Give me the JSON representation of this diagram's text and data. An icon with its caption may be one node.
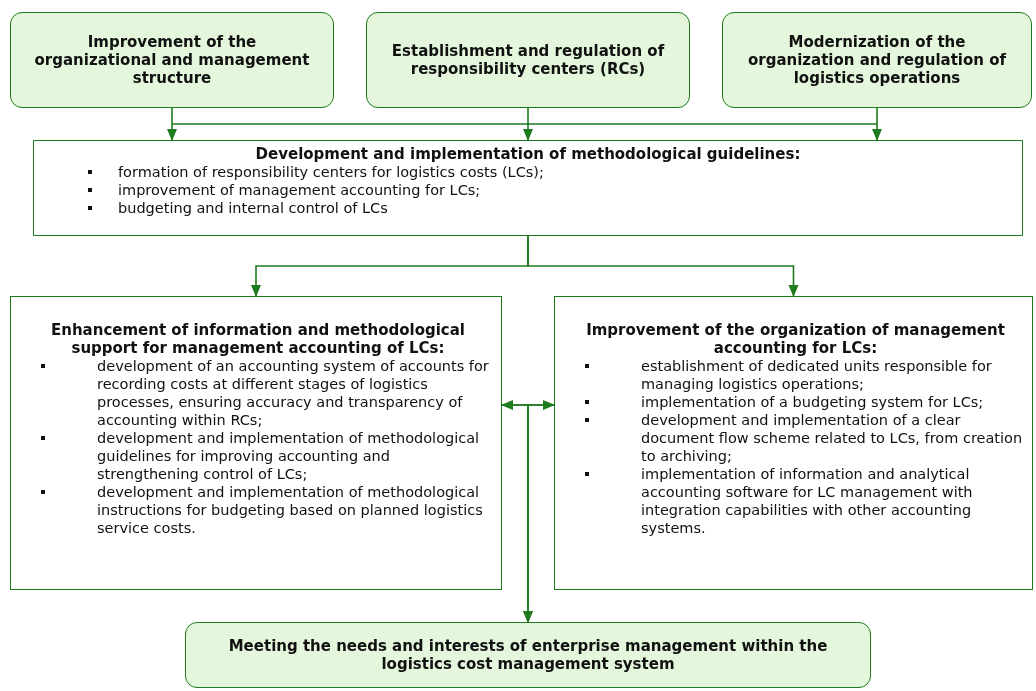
{
  "diagram": {
    "nodes": [
      {
        "text": [
          "Improvement of the organizational and management structure"
        ]
      },
      {
        "text": [
          "Establishment and regulation of responsibility centers (RCs)"
        ]
      },
      {
        "text": [
          "Modernization of the organization and regulation of logistics operations"
        ]
      },
      {
        "text": [
          "Development and implementation of methodological guidelines:",
          "formation of responsibility centers for logistics costs (LCs);",
          "improvement of management accounting for LCs;",
          "budgeting and internal control of LCs"
        ]
      },
      {
        "text": [
          "Enhancement of information and methodological support for management accounting of LCs:",
          "development of an accounting system of accounts for recording costs at different stages of logistics processes, ensuring accuracy and transparency of accounting within RCs;",
          "development and implementation of methodological guidelines for improving accounting and strengthening control of LCs;",
          "development and implementation of  methodological instructions for budgeting based on planned logistics service costs."
        ]
      },
      {
        "text": [
          "Improvement of the organization of management accounting for LCs:",
          "establishment of dedicated units responsible for managing logistics operations;",
          "implementation of a budgeting system for LCs;",
          "development and implementation of a clear document flow scheme related to LCs, from creation to archiving;",
          "implementation of information and analytical accounting software for LC management with integration capabilities with other accounting systems."
        ]
      },
      {
        "text": [
          "Meeting the needs and interests of enterprise management within the logistics cost management system"
        ]
      }
    ],
    "edges": [
      {
        "from": 0,
        "to": 3,
        "arrow": "to"
      },
      {
        "from": 1,
        "to": 3,
        "arrow": "to"
      },
      {
        "from": 2,
        "to": 3,
        "arrow": "to"
      },
      {
        "from": 3,
        "to": 4,
        "arrow": "to"
      },
      {
        "from": 3,
        "to": 5,
        "arrow": "to"
      },
      {
        "from": 4,
        "to": 5,
        "arrow": "both"
      },
      {
        "from": 4,
        "to": 6,
        "arrow": "to"
      },
      {
        "from": 5,
        "to": 6,
        "arrow": "to"
      }
    ]
  }
}
